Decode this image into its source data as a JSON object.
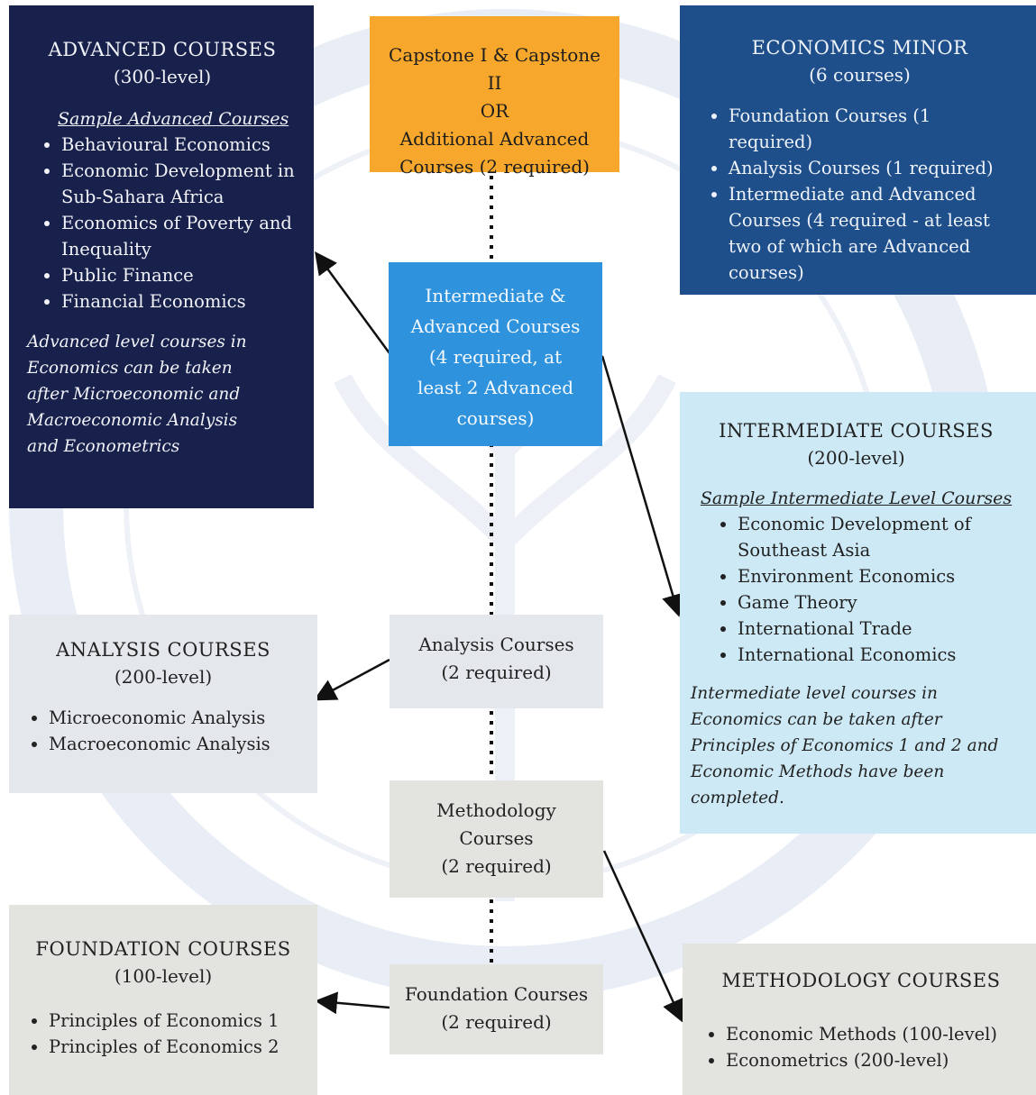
{
  "advanced": {
    "title": "ADVANCED COURSES",
    "level": "(300-level)",
    "sample_heading": "Sample Advanced Courses",
    "items": [
      "Behavioural Economics",
      "Economic Development in Sub-Sahara Africa",
      "Economics of Poverty and Inequality",
      "Public Finance",
      "Financial Economics"
    ],
    "note": "Advanced level courses in Economics can be taken after Microeconomic and Macroeconomic Analysis and Econometrics"
  },
  "capstone": {
    "line1": "Capstone I & Capstone II",
    "line2": "OR",
    "line3": "Additional Advanced Courses (2 required)"
  },
  "minor": {
    "title": "ECONOMICS MINOR",
    "count": "(6 courses)",
    "items": [
      "Foundation Courses (1 required)",
      "Analysis Courses (1 required)",
      "Intermediate and Advanced Courses (4 required - at least two of which are Advanced courses)"
    ]
  },
  "inter_adv_node": {
    "text": "Intermediate & Advanced Courses (4 required, at least 2 Advanced courses)"
  },
  "intermediate": {
    "title": "INTERMEDIATE COURSES",
    "level": "(200-level)",
    "sample_heading": "Sample Intermediate Level Courses",
    "items": [
      "Economic Development of Southeast Asia",
      "Environment Economics",
      "Game Theory",
      "International Trade",
      "International Economics"
    ],
    "note": "Intermediate level courses in Economics can be taken after Principles of Economics 1 and 2 and Economic Methods have been completed."
  },
  "analysis_node": {
    "line1": "Analysis Courses",
    "line2": "(2 required)"
  },
  "analysis": {
    "title": "ANALYSIS COURSES",
    "level": "(200-level)",
    "items": [
      "Microeconomic Analysis",
      "Macroeconomic Analysis"
    ]
  },
  "methodology_node": {
    "line1": "Methodology",
    "line2": "Courses",
    "line3": "(2 required)"
  },
  "foundation_node": {
    "line1": "Foundation Courses",
    "line2": "(2 required)"
  },
  "foundation": {
    "title": "FOUNDATION COURSES",
    "level": "(100-level)",
    "items": [
      "Principles of Economics 1",
      "Principles of Economics 2"
    ]
  },
  "methodology": {
    "title": "METHODOLOGY COURSES",
    "items": [
      "Economic Methods (100-level)",
      "Econometrics (200-level)"
    ]
  },
  "colors": {
    "advanced_bg": "#18214b",
    "minor_bg": "#1f4f8a",
    "capstone_bg": "#f7a72b",
    "inter_adv_bg": "#2f92dd",
    "intermediate_bg": "#cde9f5",
    "analysis_bg": "#e4e8ec",
    "gray_bg": "#e3e3e0"
  }
}
